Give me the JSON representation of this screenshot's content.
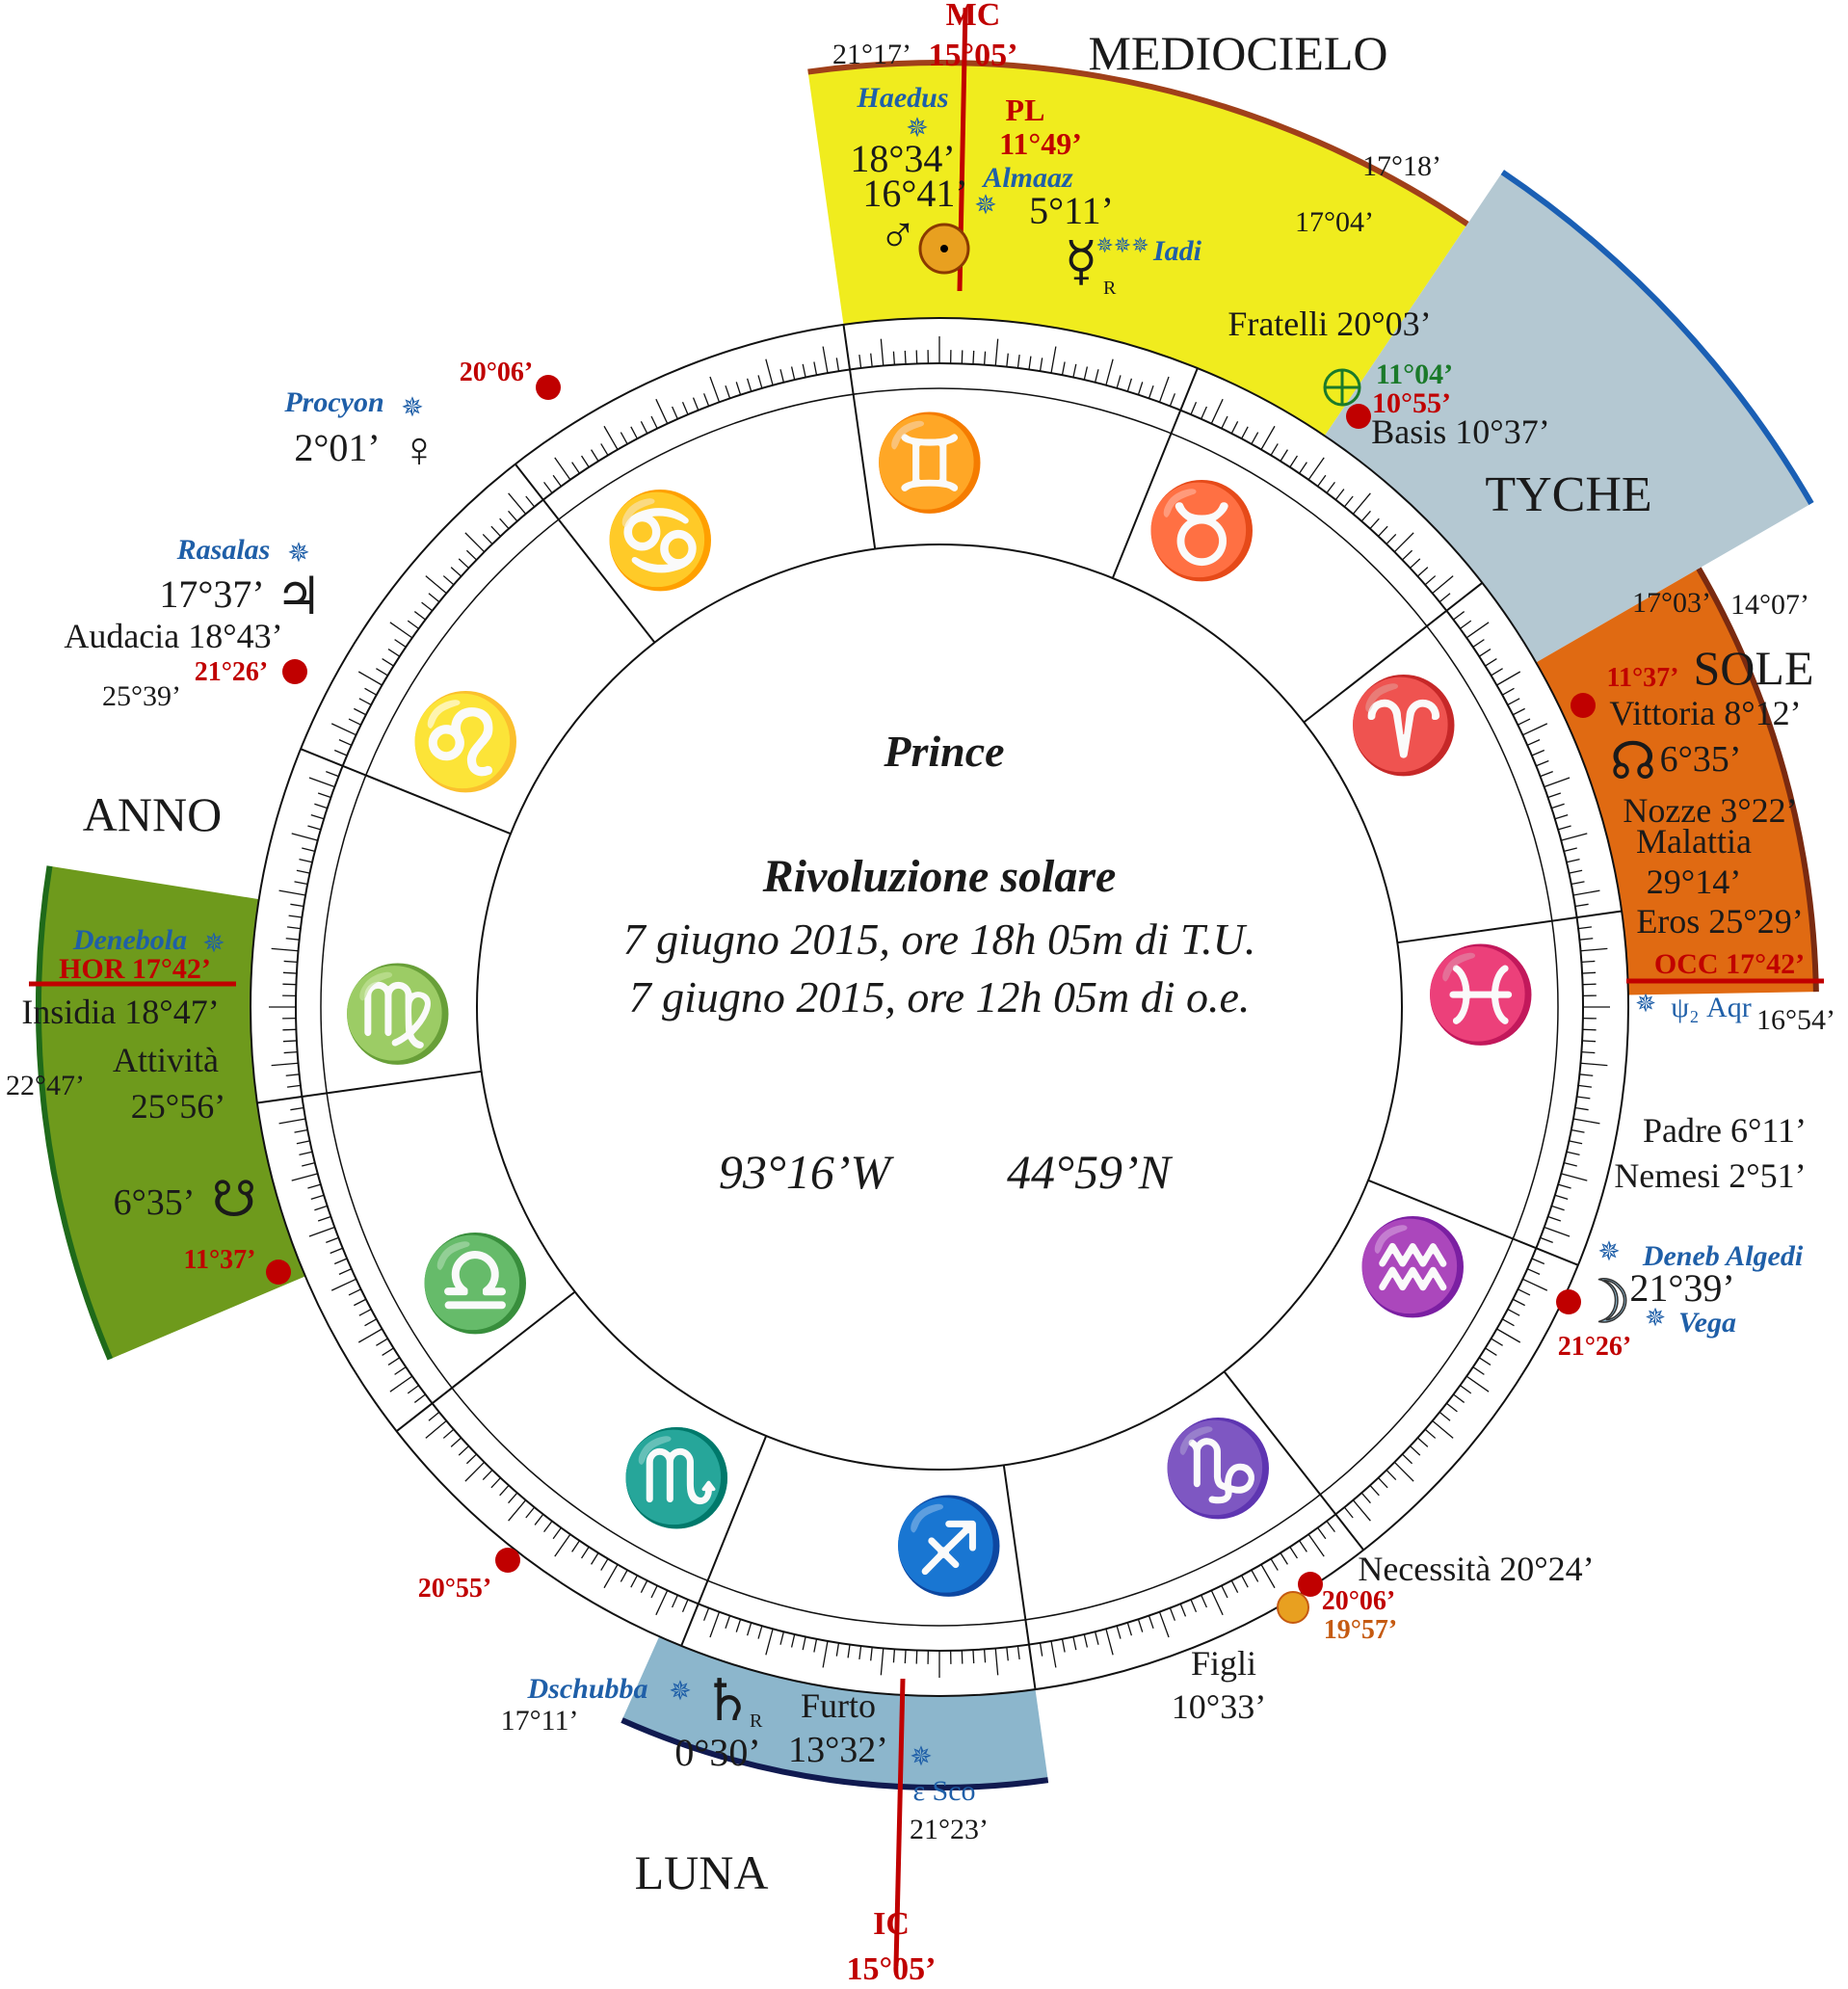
{
  "center": {
    "name": "Prince",
    "chart_type": "Rivoluzione solare",
    "date_ut": "7 giugno 2015, ore 18h 05m di T.U.",
    "date_local": "7 giugno 2015, ore 12h 05m di o.e.",
    "longitude": "93°16’W",
    "latitude": "44°59’N"
  },
  "axes": {
    "mc_label": "MC",
    "mc_deg": "15°05’",
    "ic_label": "IC",
    "ic_deg": "15°05’",
    "hor": "HOR 17°42’",
    "occ": "OCC 17°42’"
  },
  "sectors": {
    "mediocielo": "MEDIOCIELO",
    "tyche": "TYCHE",
    "sole": "SOLE",
    "anno": "ANNO",
    "luna": "LUNA"
  },
  "bounds": {
    "b2117": "21°17’",
    "b1718": "17°18’",
    "b1704": "17°04’",
    "b1703": "17°03’",
    "b1407": "14°07’",
    "b1654": "16°54’",
    "b2539": "25°39’",
    "b2247": "22°47’",
    "b1711": "17°11’",
    "b2123": "21°23’"
  },
  "points": {
    "haedus": "Haedus",
    "pl": "PL",
    "pl_deg": "11°49’",
    "mars_deg": "18°34’",
    "sun_deg": "16°41’",
    "almaaz": "Almaaz",
    "merc_deg": "5°11’",
    "iadi": "Iadi",
    "fratelli": "Fratelli 20°03’",
    "fortune_deg": "11°04’",
    "dot_1055": "10°55’",
    "basis": "Basis 10°37’",
    "dot_2006a": "20°06’",
    "procyon": "Procyon",
    "venus_deg": "2°01’",
    "rasalas": "Rasalas",
    "jup_deg": "17°37’",
    "audacia": "Audacia 18°43’",
    "dot_2126a": "21°26’",
    "denebola": "Denebola",
    "insidia": "Insidia 18°47’",
    "attivita": "Attività",
    "attivita_deg": "25°56’",
    "snode_deg": "6°35’",
    "dot_1137a": "11°37’",
    "dot_2055": "20°55’",
    "dschubba": "Dschubba",
    "sat_deg": "0°30’",
    "furto": "Furto",
    "furto_deg": "13°32’",
    "eps_sco": "ε Sco",
    "figli": "Figli",
    "figli_deg": "10°33’",
    "necessita": "Necessità 20°24’",
    "dot_2006b": "20°06’",
    "sun2_deg": "19°57’",
    "deneb_algedi": "Deneb Algedi",
    "moon_deg": "21°39’",
    "vega": "Vega",
    "dot_2126b": "21°26’",
    "padre": "Padre 6°11’",
    "nemesi": "Nemesi 2°51’",
    "psi_aqr": "ψ₂ Aqr",
    "dot_1137b": "11°37’",
    "vittoria": "Vittoria 8°12’",
    "nnode_deg": "6°35’",
    "nozze": "Nozze 3°22’",
    "malattia": "Malattia",
    "malattia_deg": "29°14’",
    "eros": "Eros 25°29’"
  },
  "signs": [
    "♊",
    "♉",
    "♈",
    "♓",
    "♒",
    "♑",
    "♐",
    "♏",
    "♎",
    "♍",
    "♌",
    "♋"
  ],
  "colors": {
    "mediocielo": "#f0ec1e",
    "tyche": "#b4c8d2",
    "sole": "#e06a12",
    "anno": "#6e9a1c",
    "luna": "#8cb6cc",
    "axis": "#c00000",
    "dot": "#c00000"
  }
}
